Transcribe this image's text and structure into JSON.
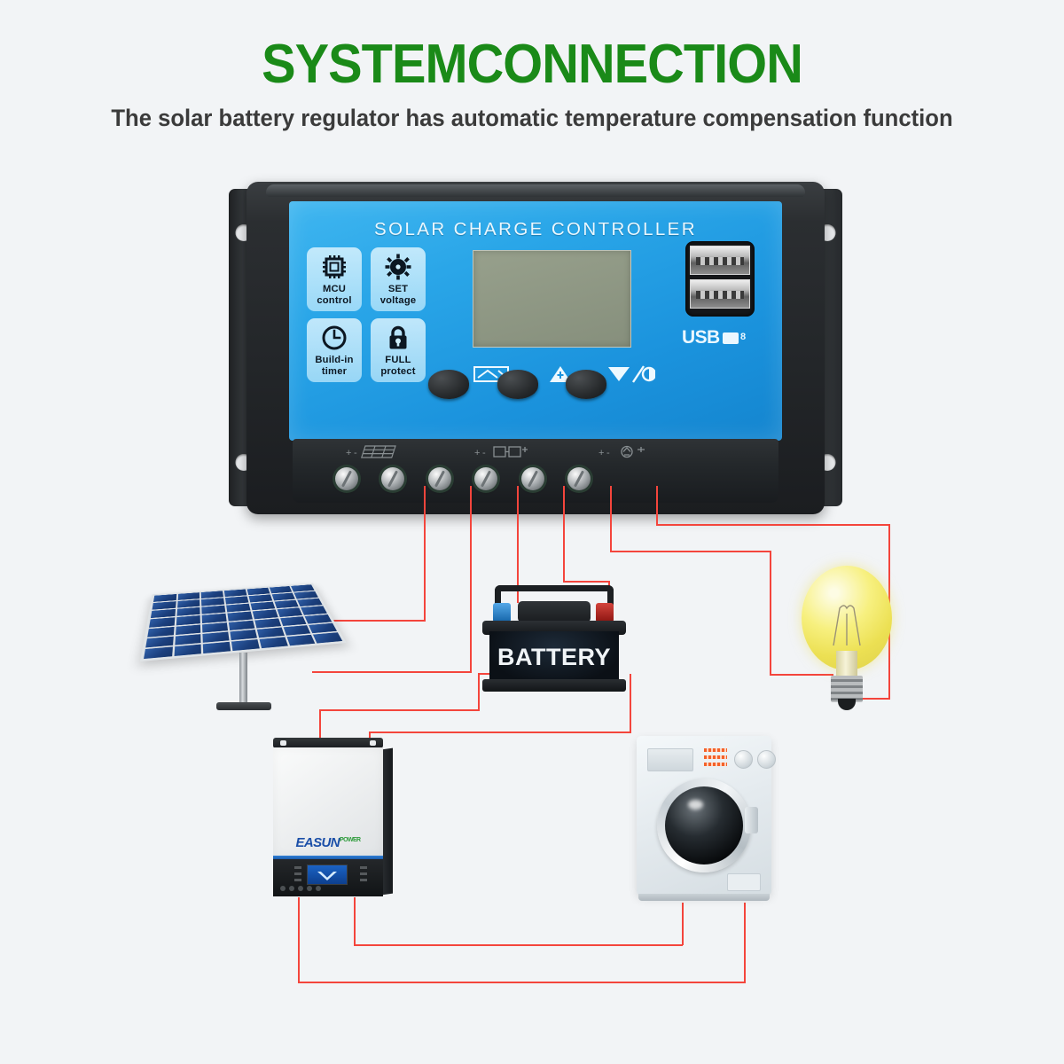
{
  "header": {
    "title": "SYSTEMCONNECTION",
    "subtitle": "The solar battery regulator has automatic temperature compensation function",
    "title_color": "#1a8a18",
    "subtitle_color": "#3b3b3b",
    "background_color": "#f2f4f6"
  },
  "controller": {
    "brand_text": "SOLAR CHARGE CONTROLLER",
    "face_color": "#2aa6e8",
    "lcd_color": "#8b9482",
    "features": [
      {
        "id": "mcu-control",
        "icon": "chip-icon",
        "line1": "MCU",
        "line2": "control"
      },
      {
        "id": "set-voltage",
        "icon": "gear-icon",
        "line1": "SET",
        "line2": "voltage"
      },
      {
        "id": "build-in-timer",
        "icon": "clock-icon",
        "line1": "Build-in",
        "line2": "timer"
      },
      {
        "id": "full-protect",
        "icon": "lock-icon",
        "line1": "FULL",
        "line2": "protect"
      }
    ],
    "usb": {
      "label": "USB",
      "port_count": 2
    },
    "keys": [
      {
        "id": "menu-key",
        "icon": "display-icon"
      },
      {
        "id": "up-key",
        "icon": "up-triangle-icon"
      },
      {
        "id": "down-key",
        "icon": "down-triangle-light-icon"
      }
    ],
    "terminals": {
      "groups": [
        {
          "id": "solar-terminals",
          "icon": "solar-panel-terminal-icon",
          "polarity": "+ -"
        },
        {
          "id": "battery-terminals",
          "icon": "battery-terminal-icon",
          "polarity": "+ -"
        },
        {
          "id": "load-terminals",
          "icon": "load-terminal-icon",
          "polarity": "+ -"
        }
      ],
      "screw_count": 6
    },
    "mounting_holes": 4
  },
  "devices": {
    "solar_panel": {
      "name": "solar-panel",
      "cells_rows": 7,
      "cells_cols": 7,
      "cell_color": "#1b3f7d"
    },
    "battery": {
      "name": "battery",
      "label": "BATTERY",
      "negative_color": "#1464a8",
      "positive_color": "#8b1410"
    },
    "bulb": {
      "name": "light-bulb",
      "glass_color": "#ece053"
    },
    "inverter": {
      "name": "inverter",
      "brand": "EASUN",
      "brand_suffix": "POWER",
      "brand_color": "#1b4fa8"
    },
    "washer": {
      "name": "washing-machine",
      "body_color": "#e5ebef"
    }
  },
  "wiring": {
    "color": "#f4453c",
    "connections": [
      "solar-panel to solar terminals",
      "battery to battery terminals",
      "light bulb to load terminals",
      "battery to inverter input",
      "inverter output to washing machine"
    ]
  }
}
